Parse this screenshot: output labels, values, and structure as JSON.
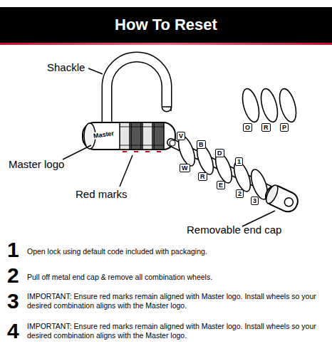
{
  "diagram": {
    "title": "How To Reset",
    "labels": [
      "Shackle",
      "Master logo",
      "Red marks",
      "Removable end cap",
      "Master",
      "O",
      "R",
      "P",
      "V",
      "W",
      "B",
      "R",
      "D",
      "E",
      "1",
      "2",
      "3",
      "1",
      "Open lock using default code included with packaging.",
      "2",
      "Pull off metal end cap & remove all combination wheels.",
      "3",
      "IMPORTANT: Ensure red marks remain aligned with Master logo. Install wheels so your desired combination aligns with the Master logo.",
      "4",
      "IMPORTANT: Ensure red marks remain aligned with Master logo. Install wheels so your desired combination aligns with the Master logo."
    ]
  }
}
